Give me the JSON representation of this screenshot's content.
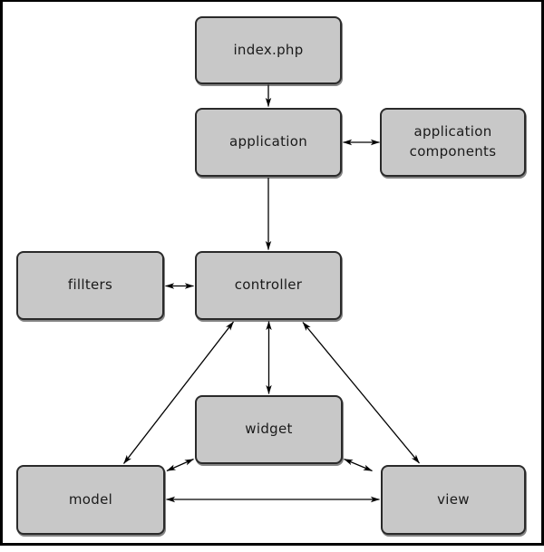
{
  "diagram": {
    "nodes": [
      {
        "id": "index-php",
        "label": "index.php"
      },
      {
        "id": "application",
        "label": "application"
      },
      {
        "id": "application-components",
        "label": "application components"
      },
      {
        "id": "fillters",
        "label": "fillters"
      },
      {
        "id": "controller",
        "label": "controller"
      },
      {
        "id": "widget",
        "label": "widget"
      },
      {
        "id": "model",
        "label": "model"
      },
      {
        "id": "view",
        "label": "view"
      }
    ],
    "edges": [
      {
        "from": "index.php",
        "to": "application",
        "direction": "one-way"
      },
      {
        "from": "application",
        "to": "application components",
        "direction": "two-way"
      },
      {
        "from": "application",
        "to": "controller",
        "direction": "one-way"
      },
      {
        "from": "fillters",
        "to": "controller",
        "direction": "two-way"
      },
      {
        "from": "controller",
        "to": "widget",
        "direction": "two-way"
      },
      {
        "from": "controller",
        "to": "model",
        "direction": "two-way"
      },
      {
        "from": "controller",
        "to": "view",
        "direction": "two-way"
      },
      {
        "from": "widget",
        "to": "model",
        "direction": "two-way"
      },
      {
        "from": "widget",
        "to": "view",
        "direction": "two-way"
      },
      {
        "from": "model",
        "to": "view",
        "direction": "two-way"
      }
    ]
  },
  "colors": {
    "background": "#ffffff",
    "frame": "#000000",
    "node_fill": "#c8c8c8",
    "node_border": "#2a2a2a",
    "line": "#000000"
  }
}
